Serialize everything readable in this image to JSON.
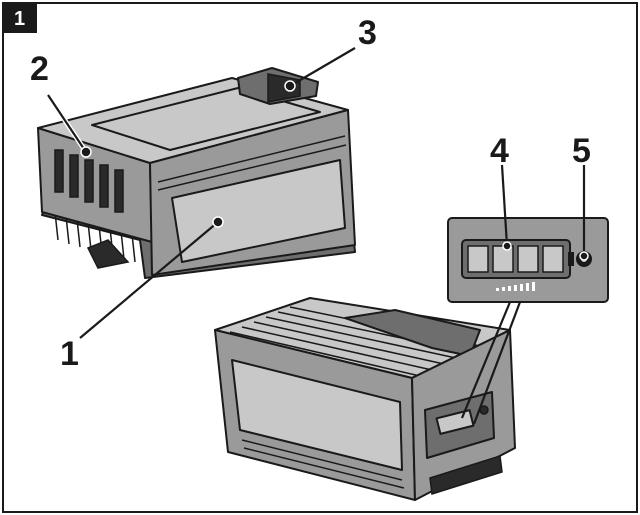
{
  "figure": {
    "number": "1",
    "callouts": [
      {
        "id": "1",
        "label": "1"
      },
      {
        "id": "2",
        "label": "2"
      },
      {
        "id": "3",
        "label": "3"
      },
      {
        "id": "4",
        "label": "4"
      },
      {
        "id": "5",
        "label": "5"
      }
    ]
  },
  "colors": {
    "ink": "#1a1a1a",
    "body_light": "#c8c8c8",
    "body_mid": "#9a9a9a",
    "body_dark": "#6e6e6e",
    "panel": "#9a9a9a"
  }
}
